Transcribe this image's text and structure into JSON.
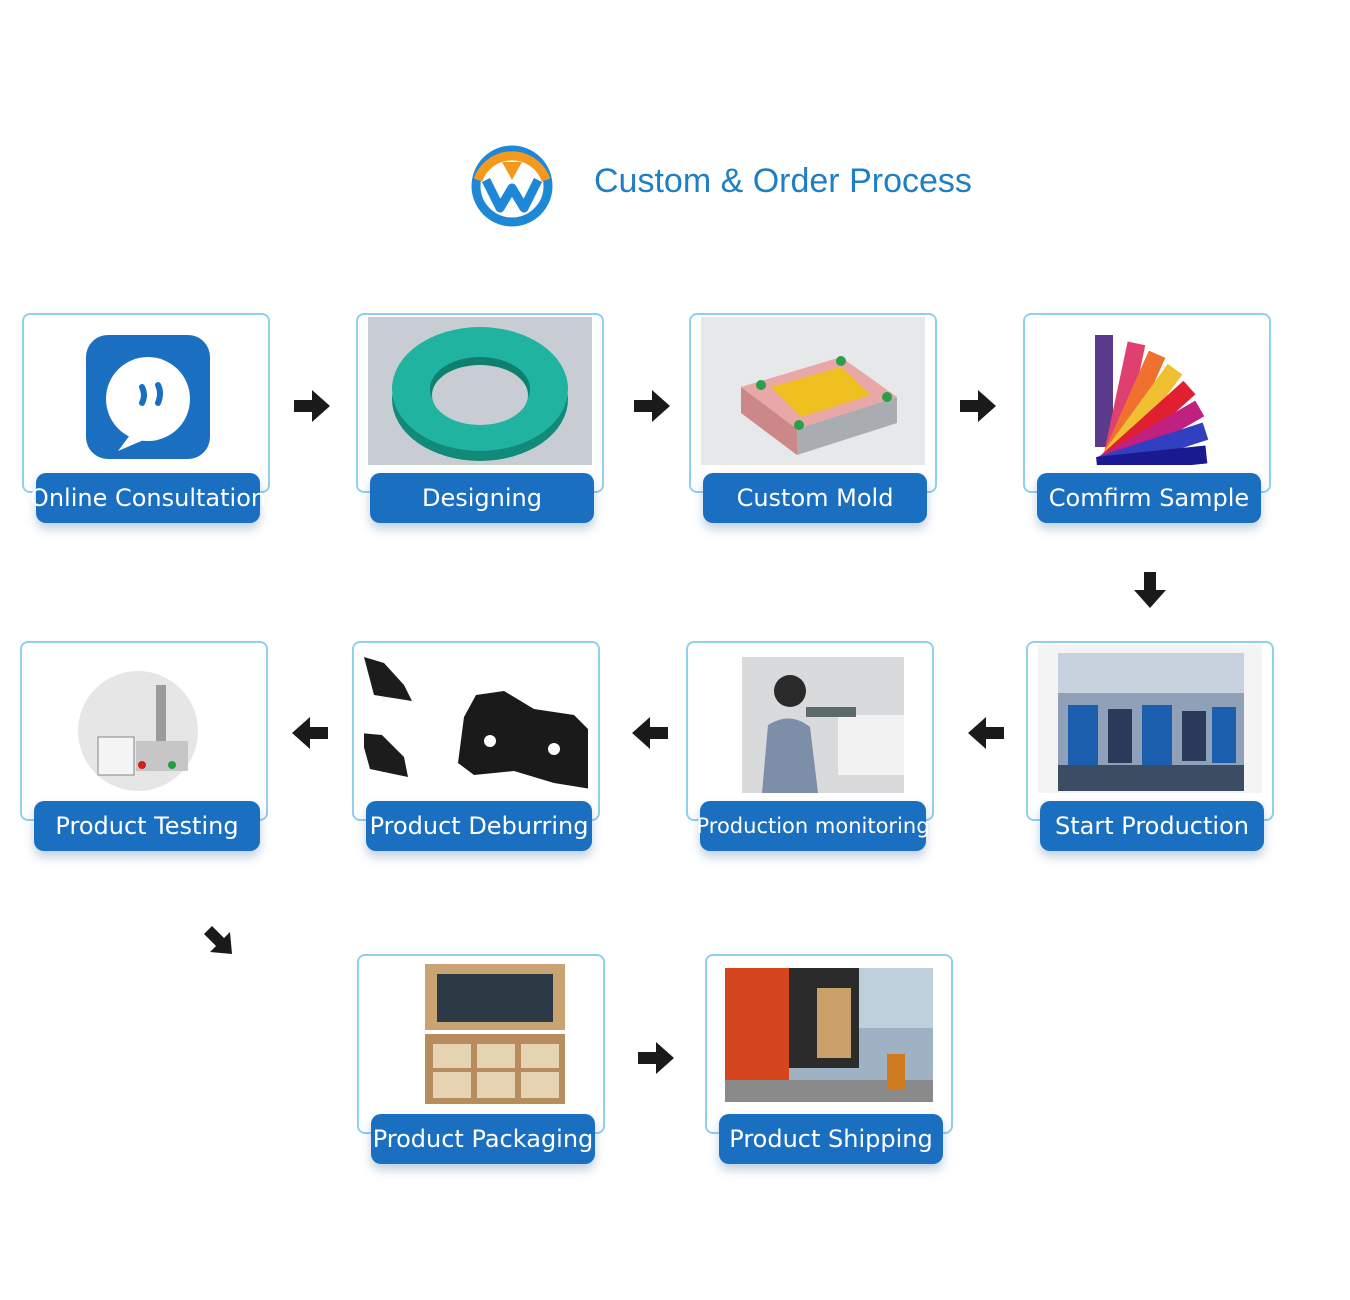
{
  "header": {
    "title": "Custom & Order Process"
  },
  "steps": [
    {
      "label": "Online Consultation"
    },
    {
      "label": "Designing"
    },
    {
      "label": "Custom Mold"
    },
    {
      "label": "Comfirm Sample"
    },
    {
      "label": "Start Production"
    },
    {
      "label": "Production monitoring"
    },
    {
      "label": "Product Deburring"
    },
    {
      "label": "Product Testing"
    },
    {
      "label": "Product Packaging"
    },
    {
      "label": "Product Shipping"
    }
  ],
  "colors": {
    "accent": "#1b6fc0",
    "title": "#1f7fc4",
    "frame": "#8fd0ec",
    "arrow": "#1a1a1a"
  }
}
